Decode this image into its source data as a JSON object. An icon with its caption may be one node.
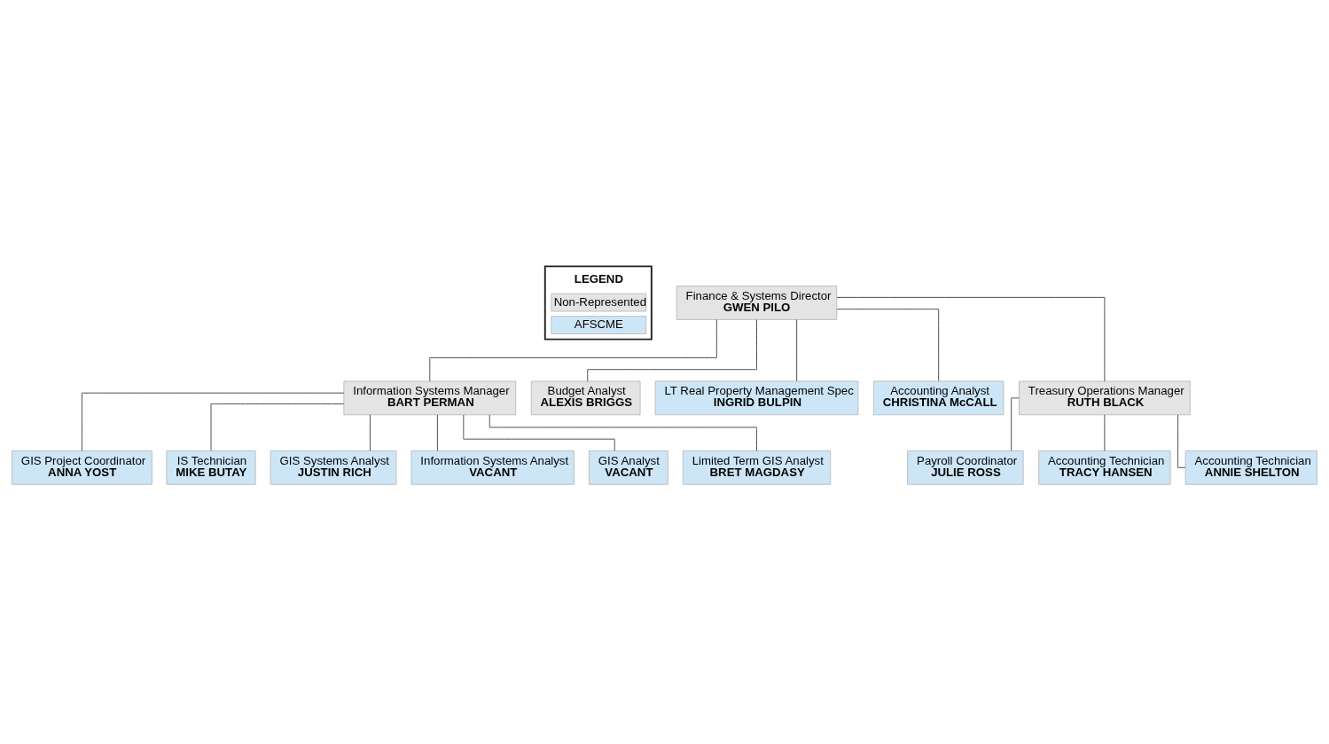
{
  "diagram": {
    "nodes": [
      {
        "text": [
          "Finance & Systems Director",
          "GWEN PILO"
        ]
      },
      {
        "text": [
          "Information Systems Manager",
          "BART PERMAN"
        ]
      },
      {
        "text": [
          "Budget Analyst",
          "ALEXIS BRIGGS"
        ]
      },
      {
        "text": [
          "LT Real Property Management Spec",
          "INGRID BULPIN"
        ]
      },
      {
        "text": [
          "Accounting Analyst",
          "CHRISTINA McCALL"
        ]
      },
      {
        "text": [
          "Treasury Operations Manager",
          "RUTH BLACK"
        ]
      },
      {
        "text": [
          "GIS Project Coordinator",
          "ANNA YOST"
        ]
      },
      {
        "text": [
          "IS Technician",
          "MIKE BUTAY"
        ]
      },
      {
        "text": [
          "GIS Systems Analyst",
          "JUSTIN RICH"
        ]
      },
      {
        "text": [
          "Information Systems Analyst",
          "VACANT"
        ]
      },
      {
        "text": [
          "GIS Analyst",
          "VACANT"
        ]
      },
      {
        "text": [
          "Limited Term GIS Analyst",
          "BRET MAGDASY"
        ]
      },
      {
        "text": [
          "Payroll Coordinator",
          "JULIE ROSS"
        ]
      },
      {
        "text": [
          "Accounting Technician",
          "TRACY HANSEN"
        ]
      },
      {
        "text": [
          "Accounting Technician",
          "ANNIE SHELTON"
        ]
      }
    ],
    "edges": [
      {
        "from": 0,
        "to": 1,
        "arrow": "none"
      },
      {
        "from": 0,
        "to": 2,
        "arrow": "none"
      },
      {
        "from": 0,
        "to": 3,
        "arrow": "none"
      },
      {
        "from": 0,
        "to": 4,
        "arrow": "none"
      },
      {
        "from": 0,
        "to": 5,
        "arrow": "none"
      },
      {
        "from": 1,
        "to": 6,
        "arrow": "none"
      },
      {
        "from": 1,
        "to": 7,
        "arrow": "none"
      },
      {
        "from": 1,
        "to": 8,
        "arrow": "none"
      },
      {
        "from": 1,
        "to": 9,
        "arrow": "none"
      },
      {
        "from": 1,
        "to": 10,
        "arrow": "none"
      },
      {
        "from": 1,
        "to": 11,
        "arrow": "none"
      },
      {
        "from": 5,
        "to": 12,
        "arrow": "none"
      },
      {
        "from": 5,
        "to": 13,
        "arrow": "none"
      },
      {
        "from": 5,
        "to": 14,
        "arrow": "none"
      }
    ],
    "labels": [
      "LEGEND"
    ],
    "legend": [
      {
        "text": "Non-Represented",
        "color": "#e4e4e4"
      },
      {
        "text": "AFSCME",
        "color": "#cde6f7"
      }
    ]
  }
}
